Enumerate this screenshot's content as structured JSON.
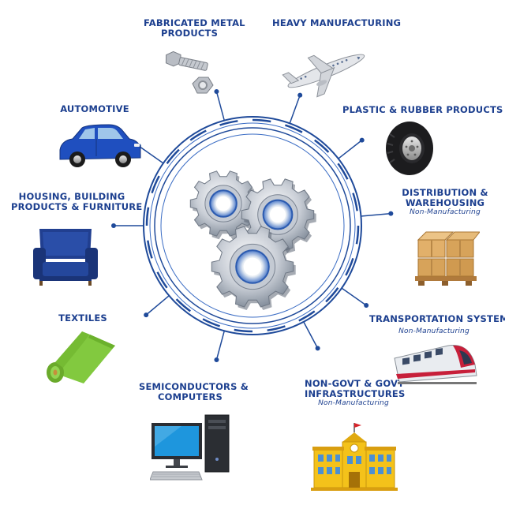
{
  "title": "",
  "center": {
    "icon": "gears-icon"
  },
  "sectors": [
    {
      "id": "fabricated",
      "lines": [
        "FABRICATED METAL",
        "PRODUCTS"
      ],
      "sub": "",
      "icon": "bolt-and-nut-icon"
    },
    {
      "id": "heavy",
      "lines": [
        "HEAVY MANUFACTURING"
      ],
      "sub": "",
      "icon": "airplane-icon"
    },
    {
      "id": "plastic",
      "lines": [
        "PLASTIC & RUBBER PRODUCTS"
      ],
      "sub": "",
      "icon": "tire-icon"
    },
    {
      "id": "distribution",
      "lines": [
        "DISTRIBUTION &",
        "WAREHOUSING"
      ],
      "sub": "Non-Manufacturing",
      "icon": "boxes-on-pallet-icon"
    },
    {
      "id": "transportation",
      "lines": [
        "TRANSPORTATION SYSTEMS"
      ],
      "sub": "Non-Manufacturing",
      "icon": "train-icon"
    },
    {
      "id": "infrastructure",
      "lines": [
        "NON-GOVT & GOVT",
        "INFRASTRUCTURES"
      ],
      "sub": "Non-Manufacturing",
      "icon": "government-building-icon"
    },
    {
      "id": "semiconductors",
      "lines": [
        "SEMICONDUCTORS &",
        "COMPUTERS"
      ],
      "sub": "",
      "icon": "desktop-computer-icon"
    },
    {
      "id": "textiles",
      "lines": [
        "TEXTILES"
      ],
      "sub": "",
      "icon": "fabric-roll-icon"
    },
    {
      "id": "housing",
      "lines": [
        "HOUSING, BUILDING",
        "PRODUCTS & FURNITURE"
      ],
      "sub": "",
      "icon": "armchair-icon"
    },
    {
      "id": "automotive",
      "lines": [
        "AUTOMOTIVE"
      ],
      "sub": "",
      "icon": "car-icon"
    }
  ],
  "colors": {
    "label": "#1c3f8f",
    "ring": "#1f4a9a",
    "ring_light": "#3a6cc4",
    "car": "#1f4fbf",
    "chair": "#1f3f8f",
    "textile": "#7cc63c",
    "box": "#d7a35a",
    "building": "#f4c21a"
  }
}
